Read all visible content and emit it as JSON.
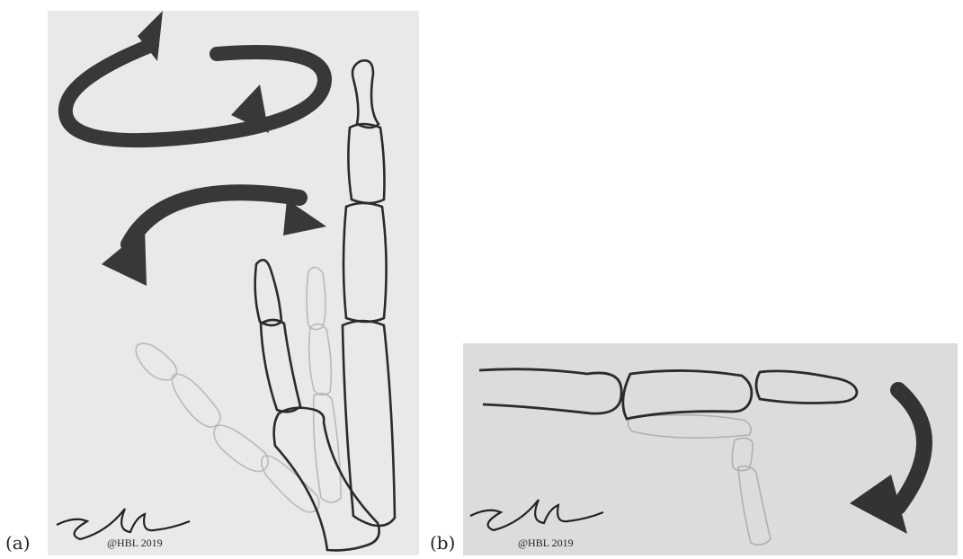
{
  "panels": [
    {
      "id": "a",
      "label": "(a)",
      "credit": "@HBL 2019"
    },
    {
      "id": "b",
      "label": "(b)",
      "credit": "@HBL 2019"
    }
  ],
  "colors": {
    "paper_a": "#e9e9e7",
    "paper_b": "#dddcda",
    "ink": "#2b2b2b",
    "faint_bone": "#b5b5b5",
    "arrow": "#383838"
  },
  "icons": [
    "rotation-arrow-icon",
    "flexion-arrow-icon",
    "curved-arrow-icon",
    "signature-icon"
  ]
}
